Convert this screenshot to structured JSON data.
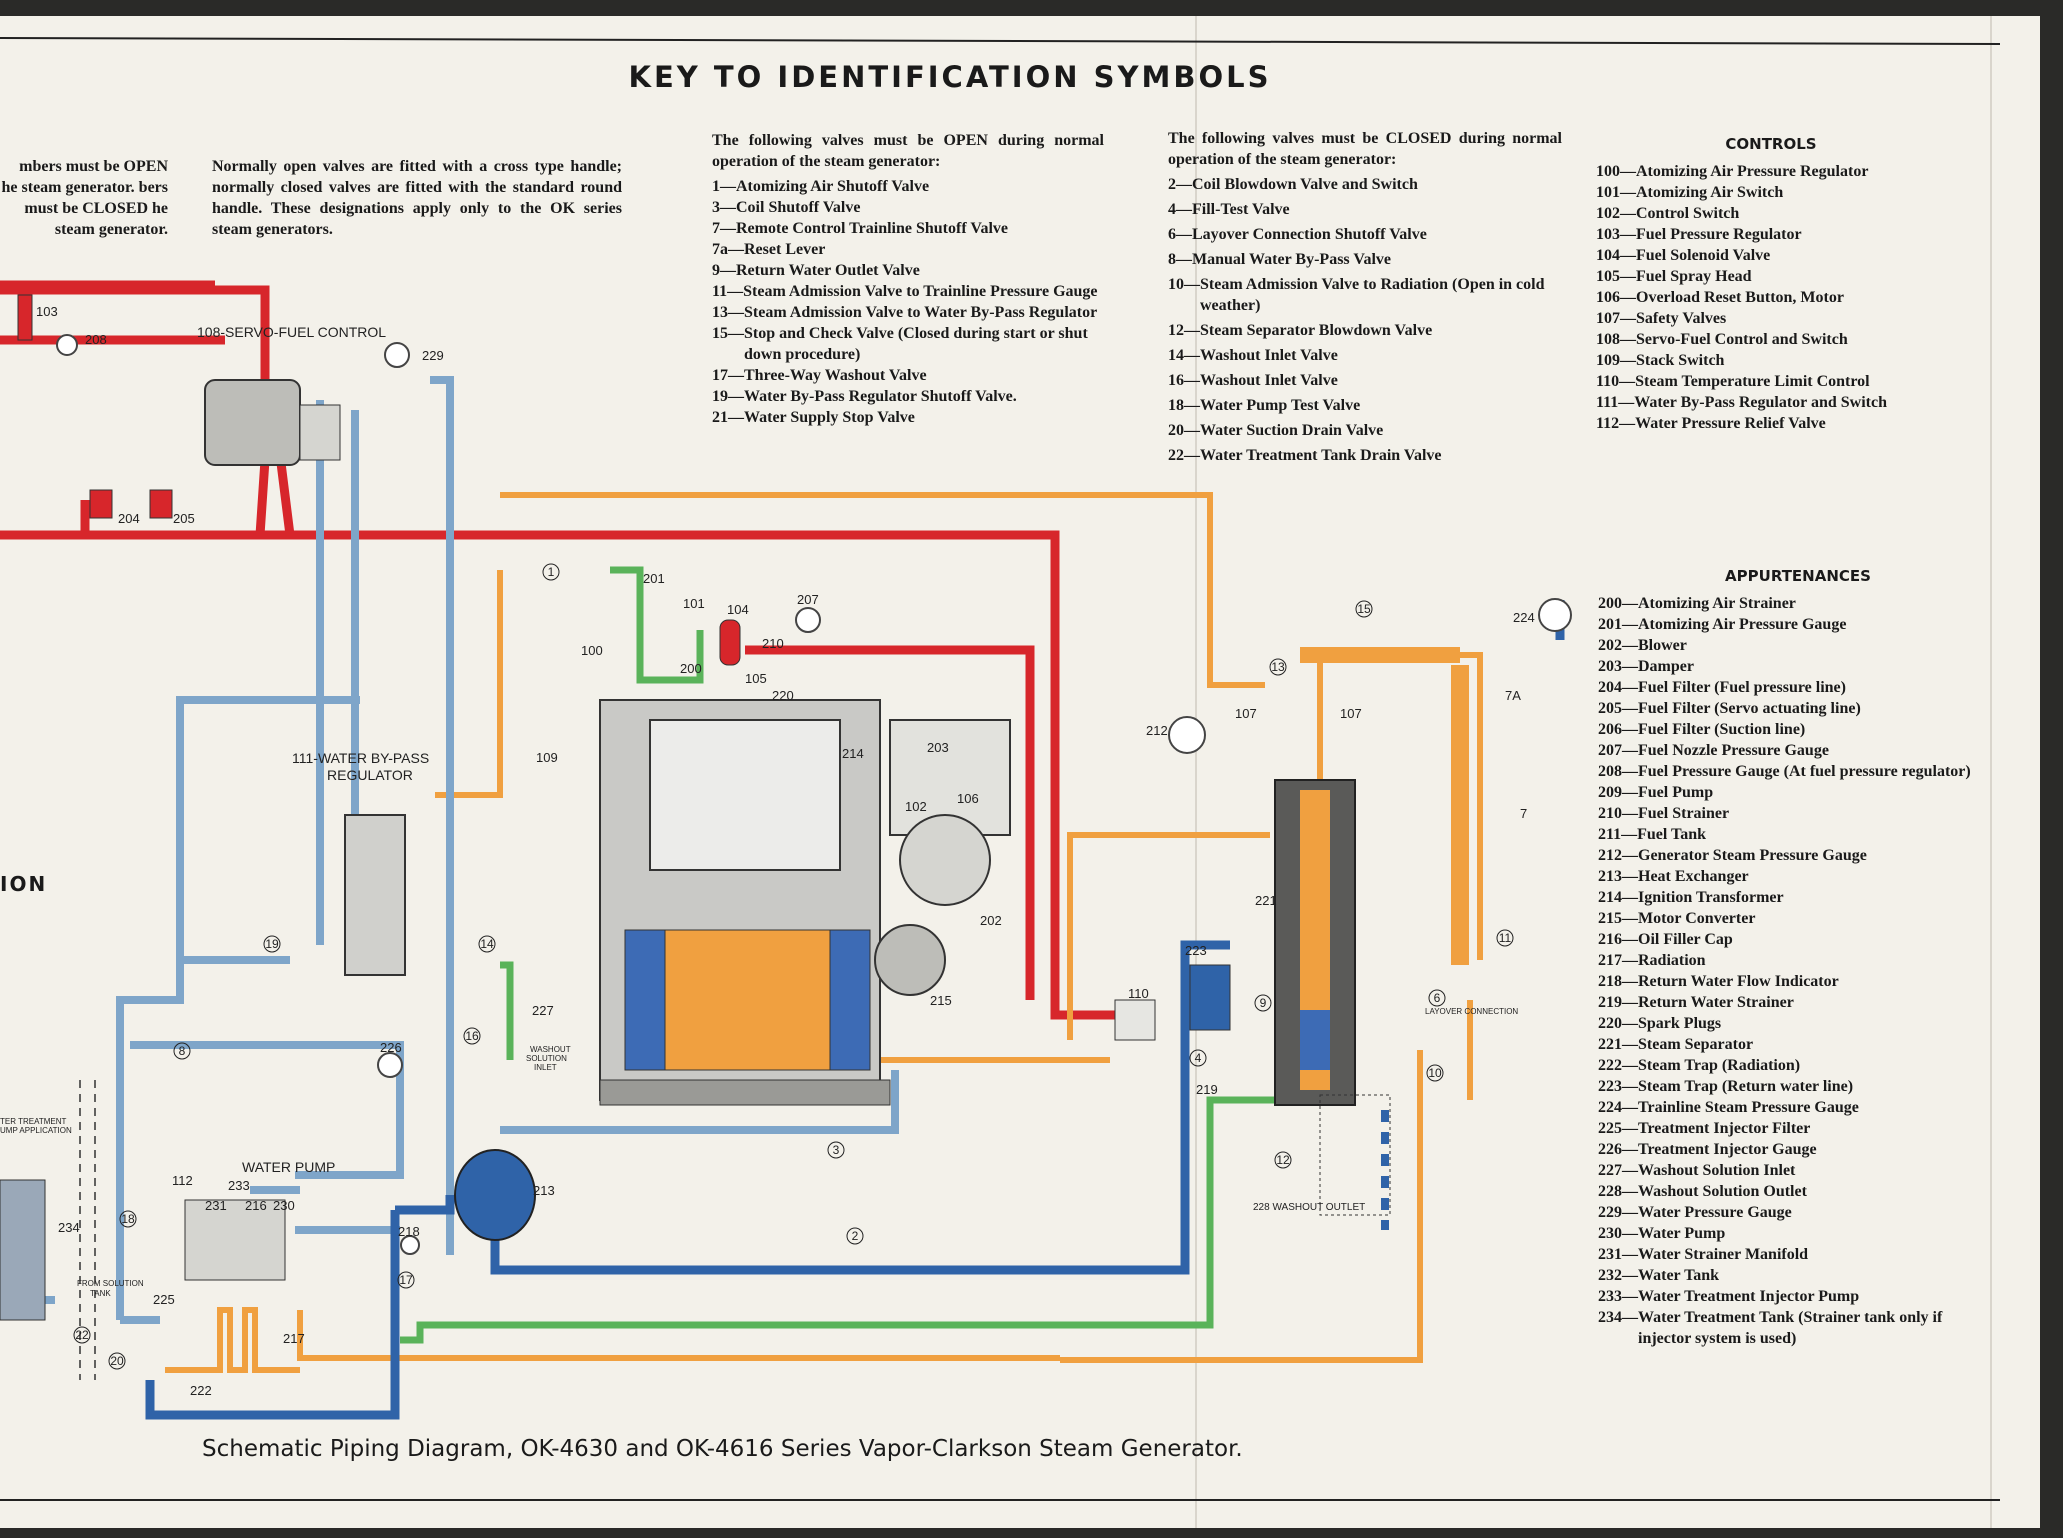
{
  "title": "KEY TO IDENTIFICATION SYMBOLS",
  "intro_cut": "mbers must be OPEN he steam generator. bers must be CLOSED he steam generator.",
  "intro_note": "Normally open valves are fitted with a cross type handle; normally closed valves are fitted with the standard round handle. These designations apply only to the OK series steam generators.",
  "open_valves": {
    "heading": "The following valves must be OPEN during normal operation of the steam generator:",
    "items": [
      {
        "num": "1—",
        "text": "Atomizing Air Shutoff Valve"
      },
      {
        "num": "3—",
        "text": "Coil Shutoff Valve"
      },
      {
        "num": "7—",
        "text": "Remote Control Trainline Shutoff Valve"
      },
      {
        "num": "7a—",
        "text": "Reset Lever"
      },
      {
        "num": "9—",
        "text": "Return Water Outlet Valve"
      },
      {
        "num": "11—",
        "text": "Steam Admission Valve to Trainline Pressure Gauge"
      },
      {
        "num": "13—",
        "text": "Steam Admission Valve to Water By-Pass Regulator"
      },
      {
        "num": "15—",
        "text": "Stop and Check Valve (Closed during start or shut down procedure)"
      },
      {
        "num": "17—",
        "text": "Three-Way Washout Valve"
      },
      {
        "num": "19—",
        "text": "Water By-Pass Regulator Shutoff Valve."
      },
      {
        "num": "21—",
        "text": "Water Supply Stop Valve"
      }
    ]
  },
  "closed_valves": {
    "heading": "The following valves must be CLOSED during normal operation of the steam generator:",
    "items": [
      {
        "num": "2—",
        "text": "Coil Blowdown Valve and Switch"
      },
      {
        "num": "4—",
        "text": "Fill-Test Valve"
      },
      {
        "num": "6—",
        "text": "Layover Connection Shutoff Valve"
      },
      {
        "num": "8—",
        "text": "Manual Water By-Pass Valve"
      },
      {
        "num": "10—",
        "text": "Steam Admission Valve to Radiation (Open in cold weather)"
      },
      {
        "num": "12—",
        "text": "Steam Separator Blowdown Valve"
      },
      {
        "num": "14—",
        "text": "Washout Inlet Valve"
      },
      {
        "num": "16—",
        "text": "Washout Inlet Valve"
      },
      {
        "num": "18—",
        "text": "Water Pump Test Valve"
      },
      {
        "num": "20—",
        "text": "Water Suction Drain Valve"
      },
      {
        "num": "22—",
        "text": "Water Treatment Tank Drain Valve"
      }
    ]
  },
  "controls": {
    "heading": "CONTROLS",
    "items": [
      {
        "num": "100—",
        "text": "Atomizing Air Pressure Regulator"
      },
      {
        "num": "101—",
        "text": "Atomizing Air Switch"
      },
      {
        "num": "102—",
        "text": "Control Switch"
      },
      {
        "num": "103—",
        "text": "Fuel Pressure Regulator"
      },
      {
        "num": "104—",
        "text": "Fuel Solenoid Valve"
      },
      {
        "num": "105—",
        "text": "Fuel Spray Head"
      },
      {
        "num": "106—",
        "text": "Overload Reset Button, Motor"
      },
      {
        "num": "107—",
        "text": "Safety Valves"
      },
      {
        "num": "108—",
        "text": "Servo-Fuel Control and Switch"
      },
      {
        "num": "109—",
        "text": "Stack Switch"
      },
      {
        "num": "110—",
        "text": "Steam Temperature Limit Control"
      },
      {
        "num": "111—",
        "text": "Water By-Pass Regulator and Switch"
      },
      {
        "num": "112—",
        "text": "Water Pressure Relief Valve"
      }
    ]
  },
  "appurtenances": {
    "heading": "APPURTENANCES",
    "items": [
      {
        "num": "200—",
        "text": "Atomizing Air Strainer"
      },
      {
        "num": "201—",
        "text": "Atomizing Air Pressure Gauge"
      },
      {
        "num": "202—",
        "text": "Blower"
      },
      {
        "num": "203—",
        "text": "Damper"
      },
      {
        "num": "204—",
        "text": "Fuel Filter (Fuel pressure line)"
      },
      {
        "num": "205—",
        "text": "Fuel Filter (Servo actuating line)"
      },
      {
        "num": "206—",
        "text": "Fuel Filter (Suction line)"
      },
      {
        "num": "207—",
        "text": "Fuel Nozzle Pressure Gauge"
      },
      {
        "num": "208—",
        "text": "Fuel Pressure Gauge (At fuel pressure regulator)"
      },
      {
        "num": "209—",
        "text": "Fuel Pump"
      },
      {
        "num": "210—",
        "text": "Fuel Strainer"
      },
      {
        "num": "211—",
        "text": "Fuel Tank"
      },
      {
        "num": "212—",
        "text": "Generator Steam Pressure Gauge"
      },
      {
        "num": "213—",
        "text": "Heat Exchanger"
      },
      {
        "num": "214—",
        "text": "Ignition Transformer"
      },
      {
        "num": "215—",
        "text": "Motor Converter"
      },
      {
        "num": "216—",
        "text": "Oil Filler Cap"
      },
      {
        "num": "217—",
        "text": "Radiation"
      },
      {
        "num": "218—",
        "text": "Return Water Flow Indicator"
      },
      {
        "num": "219—",
        "text": "Return Water Strainer"
      },
      {
        "num": "220—",
        "text": "Spark Plugs"
      },
      {
        "num": "221—",
        "text": "Steam Separator"
      },
      {
        "num": "222—",
        "text": "Steam Trap (Radiation)"
      },
      {
        "num": "223—",
        "text": "Steam Trap (Return water line)"
      },
      {
        "num": "224—",
        "text": "Trainline Steam Pressure Gauge"
      },
      {
        "num": "225—",
        "text": "Treatment Injector Filter"
      },
      {
        "num": "226—",
        "text": "Treatment Injector Gauge"
      },
      {
        "num": "227—",
        "text": "Washout Solution Inlet"
      },
      {
        "num": "228—",
        "text": "Washout Solution Outlet"
      },
      {
        "num": "229—",
        "text": "Water Pressure Gauge"
      },
      {
        "num": "230—",
        "text": "Water Pump"
      },
      {
        "num": "231—",
        "text": "Water Strainer Manifold"
      },
      {
        "num": "232—",
        "text": "Water Tank"
      },
      {
        "num": "233—",
        "text": "Water Treatment Injector Pump"
      },
      {
        "num": "234—",
        "text": "Water Treatment Tank (Strainer tank only if injector system is used)"
      }
    ]
  },
  "labels": {
    "servo": "108-SERVO-FUEL CONTROL",
    "bypass1": "111-WATER BY-PASS",
    "bypass2": "REGULATOR",
    "water_pump": "WATER PUMP",
    "washout_in1": "WASHOUT",
    "washout_in2": "SOLUTION",
    "washout_in3": "INLET",
    "washout_out": "228 WASHOUT OUTLET",
    "layover": "LAYOVER CONNECTION",
    "from_solution1": "FROM SOLUTION",
    "from_solution2": "TANK",
    "treatment1": "TER TREATMENT",
    "treatment2": "UMP APPLICATION",
    "ion": "ION"
  },
  "caption": "Schematic Piping Diagram, OK-4630 and OK-4616 Series Vapor-Clarkson Steam Generator.",
  "colors": {
    "fuel": "#d7262b",
    "water": "#7ea5c9",
    "water_dark": "#2f63a8",
    "steam": "#f0a040",
    "air": "#5ab35a",
    "grey": "#bdbdbd"
  }
}
